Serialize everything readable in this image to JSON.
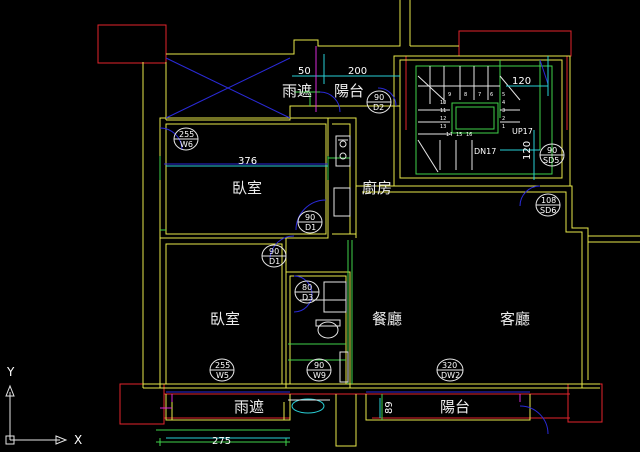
{
  "rooms": {
    "bedroom_top": "臥室",
    "bedroom_bottom": "臥室",
    "kitchen": "廚房",
    "dining": "餐廳",
    "living": "客廳",
    "rain_shelter_top": "雨遮",
    "balcony_top": "陽台",
    "rain_shelter_bottom": "雨遮",
    "balcony_bottom": "陽台"
  },
  "dimensions": {
    "d50": "50",
    "d200": "200",
    "d120_h": "120",
    "d120_v": "120",
    "d376": "376",
    "d275": "275",
    "d89": "89"
  },
  "tags": [
    {
      "top": "255",
      "bottom": "W6"
    },
    {
      "top": "90",
      "bottom": "D2"
    },
    {
      "top": "90",
      "bottom": "SD5"
    },
    {
      "top": "108",
      "bottom": "SD6"
    },
    {
      "top": "90",
      "bottom": "D1"
    },
    {
      "top": "90",
      "bottom": "D1"
    },
    {
      "top": "80",
      "bottom": "D3"
    },
    {
      "top": "255",
      "bottom": "W5"
    },
    {
      "top": "90",
      "bottom": "W9"
    },
    {
      "top": "320",
      "bottom": "DW2"
    }
  ],
  "stairs": {
    "up_label": "UP17",
    "down_label": "DN17",
    "step_numbers": [
      "9",
      "8",
      "7",
      "6",
      "5",
      "4",
      "10",
      "3",
      "11",
      "2",
      "12",
      "1",
      "13",
      "14",
      "15",
      "16"
    ]
  },
  "ucs": {
    "x_label": "X",
    "y_label": "Y"
  }
}
